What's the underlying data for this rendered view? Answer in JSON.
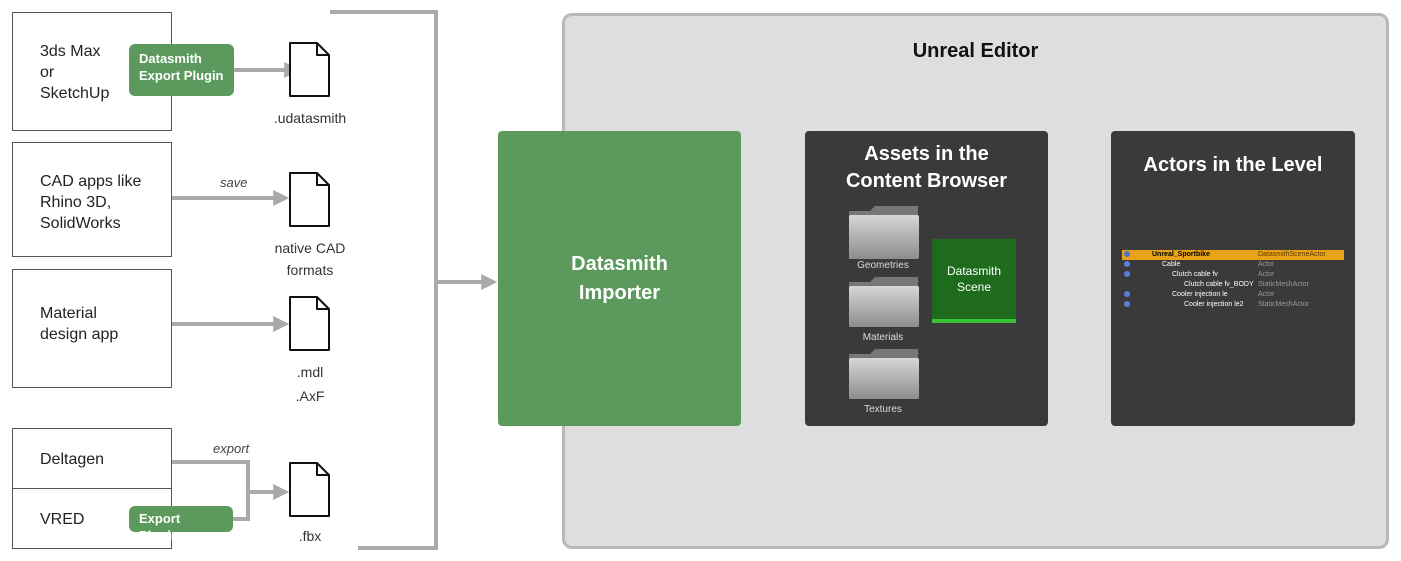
{
  "sources": [
    {
      "label": "3ds Max\nor\nSketchUp"
    },
    {
      "label": "CAD apps like\nRhino 3D,\nSolidWorks"
    },
    {
      "label": "Material\ndesign app"
    },
    {
      "label": "Deltagen"
    },
    {
      "label": "VRED"
    }
  ],
  "plugins": {
    "datasmith_export": "Datasmith\nExport Plugin",
    "export": "Export Plugin"
  },
  "edge_labels": {
    "save": "save",
    "export": "export"
  },
  "file_labels": {
    "udatasmith": ".udatasmith",
    "native_cad": "native CAD\nformats",
    "mdl": ".mdl",
    "axf": ".AxF",
    "fbx": ".fbx"
  },
  "editor": {
    "title": "Unreal Editor"
  },
  "importer": {
    "label": "Datasmith\nImporter"
  },
  "assets": {
    "title": "Assets in the\nContent Browser",
    "folders": [
      "Geometries",
      "Materials",
      "Textures"
    ],
    "scene_label": "Datasmith\nScene"
  },
  "actors": {
    "title": "Actors in the Level",
    "outliner": [
      {
        "name": "Unreal_Sportbike",
        "type": "DatasmithSceneActor",
        "selected": true
      },
      {
        "name": "Cable",
        "type": "Actor"
      },
      {
        "name": "Clutch cable fv",
        "type": "Actor"
      },
      {
        "name": "Clutch cable fv_BODY",
        "type": "StaticMeshActor"
      },
      {
        "name": "Cooler injection le",
        "type": "Actor"
      },
      {
        "name": "Cooler injection le2",
        "type": "StaticMeshActor"
      }
    ]
  },
  "colors": {
    "green": "#5b9a5c",
    "dark_panel": "#3a3a3a",
    "editor_bg": "#dedede",
    "arrow": "#aaaaaa",
    "highlight": "#e8a317"
  }
}
